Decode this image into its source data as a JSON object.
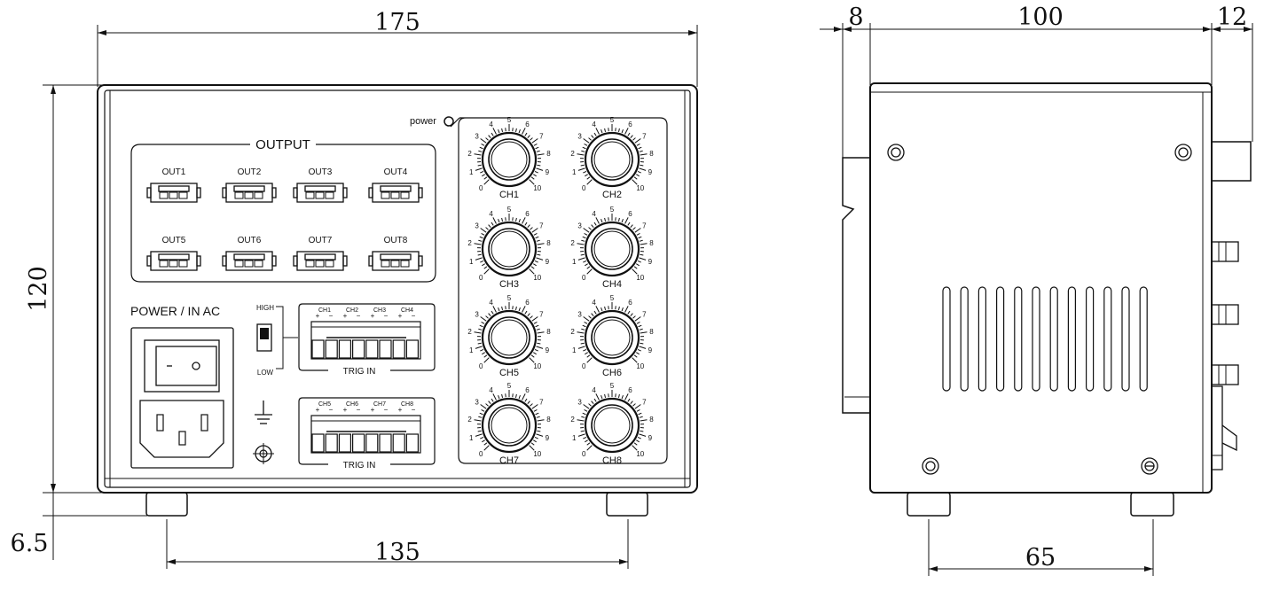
{
  "front_view": {
    "dimensions": {
      "width": "175",
      "height": "120",
      "foot_height": "6.5",
      "foot_spacing": "135"
    },
    "power_indicator_label": "power",
    "output_group": {
      "title": "OUTPUT",
      "outputs": [
        "OUT1",
        "OUT2",
        "OUT3",
        "OUT4",
        "OUT5",
        "OUT6",
        "OUT7",
        "OUT8"
      ]
    },
    "power_inlet_label": "POWER / IN  AC",
    "switch_labels": {
      "high": "HIGH",
      "low": "LOW"
    },
    "trig_blocks": [
      {
        "label": "TRIG IN",
        "channels": [
          "CH1",
          "CH2",
          "CH3",
          "CH4"
        ]
      },
      {
        "label": "TRIG IN",
        "channels": [
          "CH5",
          "CH6",
          "CH7",
          "CH8"
        ]
      }
    ],
    "polarity": {
      "plus": "+",
      "minus": "−"
    },
    "knobs": [
      "CH1",
      "CH2",
      "CH3",
      "CH4",
      "CH5",
      "CH6",
      "CH7",
      "CH8"
    ],
    "dial_scale": [
      "0",
      "1",
      "2",
      "3",
      "4",
      "5",
      "6",
      "7",
      "8",
      "9",
      "10"
    ]
  },
  "side_view": {
    "dimensions": {
      "rear_offset": "8",
      "depth": "100",
      "front_protrusion": "12",
      "foot_spacing": "65"
    }
  }
}
